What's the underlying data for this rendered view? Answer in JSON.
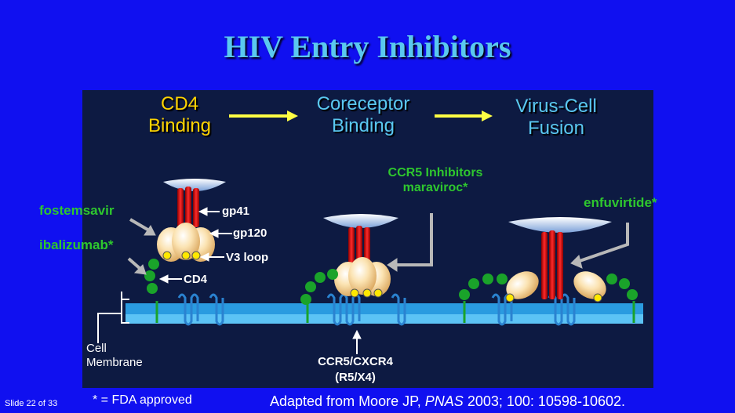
{
  "title": "HIV Entry Inhibitors",
  "stages": {
    "cd4_binding": [
      "CD4",
      "Binding"
    ],
    "coreceptor_binding": [
      "Coreceptor",
      "Binding"
    ],
    "fusion": [
      "Virus-Cell",
      "Fusion"
    ]
  },
  "drugs": {
    "fostemsavir": "fostemsavir",
    "ibalizumab": "ibalizumab*",
    "ccr5_title": "CCR5 Inhibitors",
    "maraviroc": "maraviroc*",
    "enfuvirtide": "enfuvirtide*"
  },
  "labels": {
    "gp41": "gp41",
    "gp120": "gp120",
    "v3_loop": "V3 loop",
    "cd4": "CD4",
    "cell_membrane": [
      "Cell",
      "Membrane"
    ],
    "coreceptor": [
      "CCR5/CXCR4",
      "(R5/X4)"
    ]
  },
  "footer": {
    "slide_number": "Slide 22 of 33",
    "fda_note": "* = FDA approved",
    "citation_prefix": "Adapted from Moore JP, ",
    "citation_journal": "PNAS",
    "citation_suffix": " 2003; 100: 10598-10602."
  },
  "colors": {
    "background": "#1010f0",
    "panel": "#0d1a42",
    "title": "#5ac8f0",
    "stage_cd4": "#ffd400",
    "stage_other": "#5ac8f0",
    "drug_label": "#2ec72e",
    "membrane": "#2a9be0",
    "gp41": "#d81c1c",
    "gp120": "#f7d9a0",
    "cd4_beads": "#1aa32a"
  }
}
